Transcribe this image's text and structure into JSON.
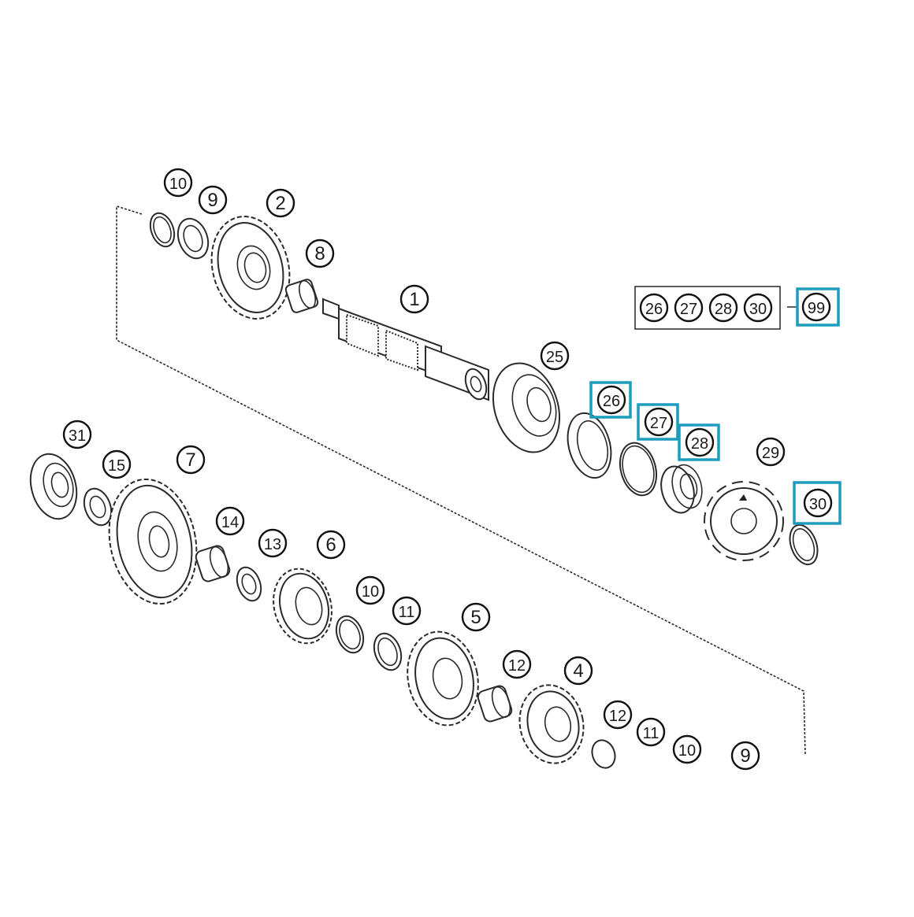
{
  "diagram": {
    "callouts": {
      "c1": "1",
      "c2": "2",
      "c4": "4",
      "c5": "5",
      "c6": "6",
      "c7": "7",
      "c8": "8",
      "c9": "9",
      "c10a": "10",
      "c10b": "10",
      "c11a": "11",
      "c11b": "11",
      "c12a": "12",
      "c12b": "12",
      "c13": "13",
      "c14": "14",
      "c15": "15",
      "c25": "25",
      "c26": "26",
      "c27": "27",
      "c28": "28",
      "c29": "29",
      "c30": "30",
      "c31": "31",
      "c99": "99",
      "c10c": "10",
      "c9b": "9"
    },
    "kit": {
      "items": [
        "26",
        "27",
        "28",
        "30"
      ],
      "label": "99"
    },
    "highlight_color": "#1e9cbe"
  }
}
